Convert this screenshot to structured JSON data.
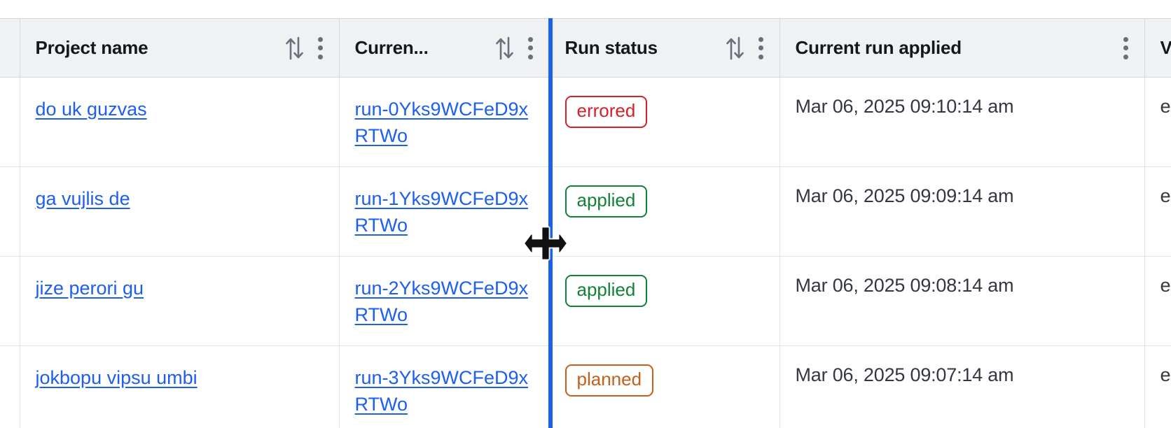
{
  "table": {
    "columns": [
      {
        "key": "select",
        "label": "",
        "icon_sort": false,
        "icon_kebab": false
      },
      {
        "key": "project",
        "label": "Project name",
        "icon_sort": true,
        "icon_kebab": true
      },
      {
        "key": "current",
        "label": "Curren...",
        "icon_sort": true,
        "icon_kebab": true
      },
      {
        "key": "status",
        "label": "Run status",
        "icon_sort": true,
        "icon_kebab": true
      },
      {
        "key": "applied",
        "label": "Current run applied",
        "icon_sort": false,
        "icon_kebab": true
      },
      {
        "key": "vcs",
        "label": "V",
        "icon_sort": false,
        "icon_kebab": false
      }
    ],
    "rows": [
      {
        "project": "do uk guzvas",
        "current_run": "run-0Yks9WCFeD9xRTWo",
        "run_status": "errored",
        "status_color": "#d81f2a",
        "current_run_applied": "Mar 06, 2025 09:10:14 am",
        "vcs": "e"
      },
      {
        "project": "ga vujlis de",
        "current_run": "run-1Yks9WCFeD9xRTWo",
        "run_status": "applied",
        "status_color": "#128236",
        "current_run_applied": "Mar 06, 2025 09:09:14 am",
        "vcs": "e"
      },
      {
        "project": "jize perori gu",
        "current_run": "run-2Yks9WCFeD9xRTWo",
        "run_status": "applied",
        "status_color": "#128236",
        "current_run_applied": "Mar 06, 2025 09:08:14 am",
        "vcs": "e"
      },
      {
        "project": "jokbopu vipsu umbi",
        "current_run": "run-3Yks9WCFeD9xRTWo",
        "run_status": "planned",
        "status_color": "#c4601a",
        "current_run_applied": "Mar 06, 2025 09:07:14 am",
        "vcs": "e"
      }
    ]
  },
  "icons": {
    "sort": "sort-ascending-descending-icon",
    "kebab": "kebab-menu-icon",
    "cursor": "column-resize-cursor"
  },
  "interaction": {
    "resize_guide_color": "#1b61f0",
    "resizing_column": "Curren...",
    "cursor_type": "col-resize"
  }
}
